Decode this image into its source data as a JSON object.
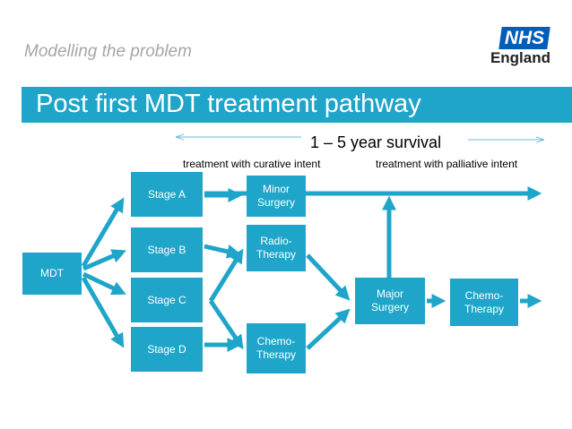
{
  "header": {
    "subtitle": "Modelling the problem",
    "title": "Post first MDT treatment pathway"
  },
  "logo": {
    "nhs": "NHS",
    "region": "England"
  },
  "survival_label": "1 – 5 year survival",
  "intent": {
    "curative": "treatment with curative intent",
    "palliative": "treatment with palliative intent"
  },
  "nodes": {
    "mdt": "MDT",
    "stage_a": "Stage A",
    "stage_b": "Stage B",
    "stage_c": "Stage C",
    "stage_d": "Stage D",
    "minor_surgery": "Minor Surgery",
    "radiotherapy": "Radio-Therapy",
    "chemo_1": "Chemo-Therapy",
    "major_surgery": "Major Surgery",
    "chemo_2": "Chemo-Therapy"
  },
  "colors": {
    "box": "#1fa5c9",
    "arrow": "#1fa5c9",
    "timeline": "#6fb7d8",
    "nhs_blue": "#005eb8"
  }
}
